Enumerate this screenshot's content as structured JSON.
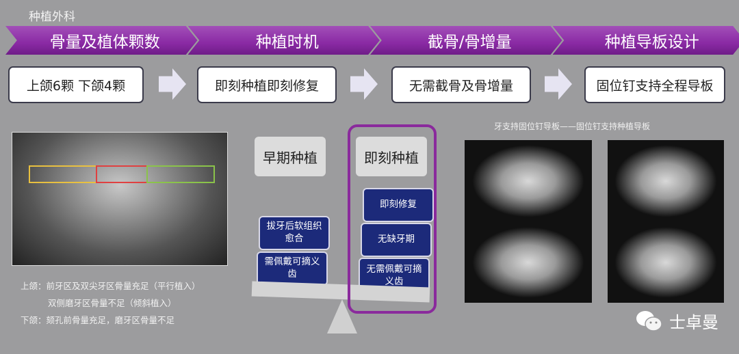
{
  "title": "种植外科",
  "banner": [
    "骨量及植体颗数",
    "种植时机",
    "截骨/骨增量",
    "种植导板设计"
  ],
  "steps": [
    "上颌6颗  下颌4颗",
    "即刻种植即刻修复",
    "无需截骨及骨增量",
    "固位钉支持全程导板"
  ],
  "notes": [
    "上颌：前牙区及双尖牙区骨量充足（平行植入）",
    "双侧磨牙区骨量不足（倾斜植入）",
    "下颌：颏孔前骨量充足，磨牙区骨量不足"
  ],
  "balance": {
    "left_title": "早期种植",
    "right_title": "即刻种植",
    "left_items": [
      "拔牙后软组织愈合",
      "需佩戴可摘义齿"
    ],
    "right_items": [
      "即刻修复",
      "无缺牙期",
      "无需佩戴可摘义齿"
    ]
  },
  "guide_caption": "牙支持固位钉导板——固位钉支持种植导板",
  "brand": "士卓曼"
}
